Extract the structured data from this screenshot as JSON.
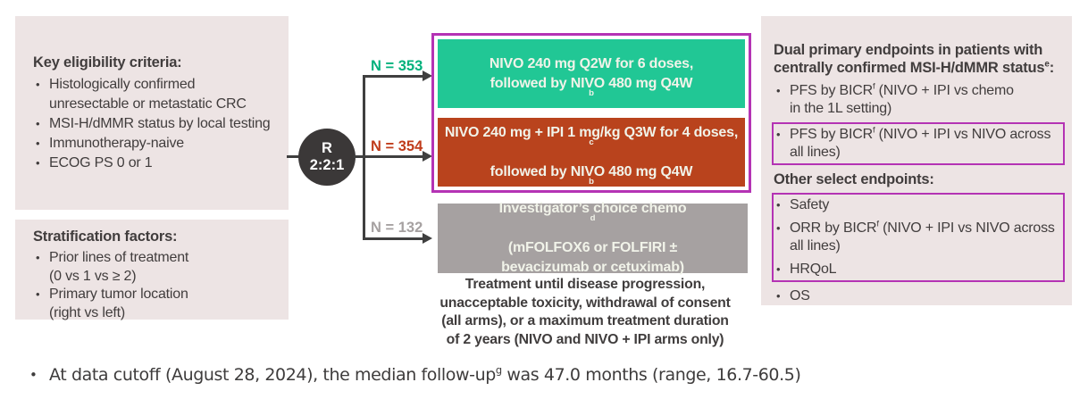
{
  "colors": {
    "pink": "#ede4e4",
    "purple": "#b433b4",
    "green-arm": "#21c795",
    "red-arm": "#b9431d",
    "gray-arm": "#a6a1a1",
    "green-text": "#00b17c",
    "red-text": "#c03c1b",
    "gray-text": "#a6a1a1",
    "circle": "#3b3838",
    "line": "#3f3f3f",
    "text": "#413d3d"
  },
  "eligibility": {
    "title": "Key eligibility criteria:",
    "items": [
      {
        "lines": [
          "Histologically confirmed",
          "unresectable or metastatic CRC"
        ]
      },
      {
        "lines": [
          "MSI-H/dMMR status by local testing"
        ]
      },
      {
        "lines": [
          "Immunotherapy-naive"
        ]
      },
      {
        "lines": [
          "ECOG PS 0 or 1"
        ]
      }
    ]
  },
  "stratification": {
    "title": "Stratification factors:",
    "items": [
      {
        "lines": [
          "Prior lines of treatment",
          "(0 vs 1 vs ≥ 2)"
        ]
      },
      {
        "lines": [
          "Primary tumor location",
          "(right vs left)"
        ]
      }
    ]
  },
  "randomization": {
    "r": "R",
    "ratio": "2:2:1"
  },
  "arms": {
    "nivo": {
      "n": "N = 353",
      "rich": [
        {
          "t": "NIVO 240 mg Q2W for 6 doses,"
        },
        {
          "br": true
        },
        {
          "t": "followed by NIVO 480 mg Q4W"
        },
        {
          "sup": "b"
        }
      ]
    },
    "nivo_ipi": {
      "n": "N = 354",
      "rich": [
        {
          "t": "NIVO 240 mg + IPI 1 mg/kg Q3W for 4 doses,"
        },
        {
          "sup": "c"
        },
        {
          "br": true
        },
        {
          "t": "followed by NIVO 480 mg Q4W"
        },
        {
          "sup": "b"
        }
      ]
    },
    "chemo": {
      "n": "N = 132",
      "rich": [
        {
          "t": "Investigator’s choice chemo"
        },
        {
          "sup": "d"
        },
        {
          "br": true
        },
        {
          "t": "(mFOLFOX6 or FOLFIRI ±"
        },
        {
          "br": true
        },
        {
          "t": "bevacizumab or cetuximab)"
        }
      ]
    }
  },
  "treatment_note": {
    "lines": [
      "Treatment until disease progression,",
      "unacceptable toxicity, withdrawal of consent",
      "(all arms), or a maximum treatment duration",
      "of 2 years (NIVO and NIVO + IPI arms only)"
    ]
  },
  "endpoints": {
    "title_rich": [
      {
        "t": "Dual primary endpoints in patients with"
      },
      {
        "br": true
      },
      {
        "t": "centrally confirmed MSI-H/dMMR status"
      },
      {
        "sup": "e"
      },
      {
        "t": ":"
      }
    ],
    "primary_bullet_1": [
      {
        "t": "PFS by BICR"
      },
      {
        "sup": "f"
      },
      {
        "t": " (NIVO + IPI vs chemo"
      },
      {
        "br": true
      },
      {
        "t": "in the 1L setting)"
      }
    ],
    "primary_bullet_2_outlined": [
      {
        "t": "PFS by BICR"
      },
      {
        "sup": "f"
      },
      {
        "t": " (NIVO + IPI vs NIVO across"
      },
      {
        "br": true
      },
      {
        "t": "all lines)"
      }
    ],
    "other_title": "Other select endpoints:",
    "other_outlined_bullets": {
      "safety": [
        {
          "t": "Safety"
        }
      ],
      "orr": [
        {
          "t": "ORR by BICR"
        },
        {
          "sup": "f"
        },
        {
          "t": " (NIVO + IPI vs NIVO across"
        },
        {
          "br": true
        },
        {
          "t": "all lines)"
        }
      ],
      "hrqol": [
        {
          "t": "HRQoL"
        }
      ]
    },
    "os_bullet": "OS"
  },
  "footer": {
    "rich": [
      {
        "t": "At data cutoff (August 28, 2024), the median follow-up"
      },
      {
        "sup": "g"
      },
      {
        "t": " was 47.0 months (range, 16.7-60.5)"
      }
    ]
  }
}
